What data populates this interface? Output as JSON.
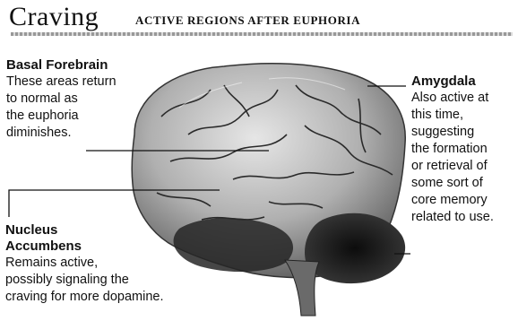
{
  "title": {
    "main": "Craving",
    "subtitle": "ACTIVE REGIONS AFTER EUPHORIA"
  },
  "regions": {
    "basal_forebrain": {
      "name": "Basal Forebrain",
      "description": "These areas return\nto normal as\nthe euphoria\ndiminishes."
    },
    "amygdala": {
      "name": "Amygdala",
      "description": "Also active at\nthis time,\nsuggesting\nthe formation\nor retrieval of\nsome sort of\ncore memory\nrelated to use."
    },
    "nucleus_accumbens": {
      "name": "Nucleus\nAccumbens",
      "description": "Remains active,\npossibly signaling the\ncraving for more dopamine."
    }
  },
  "colors": {
    "brain_light": "#d9d9d9",
    "brain_mid": "#8a8a8a",
    "brain_dark": "#1a1a1a",
    "text": "#111111"
  }
}
